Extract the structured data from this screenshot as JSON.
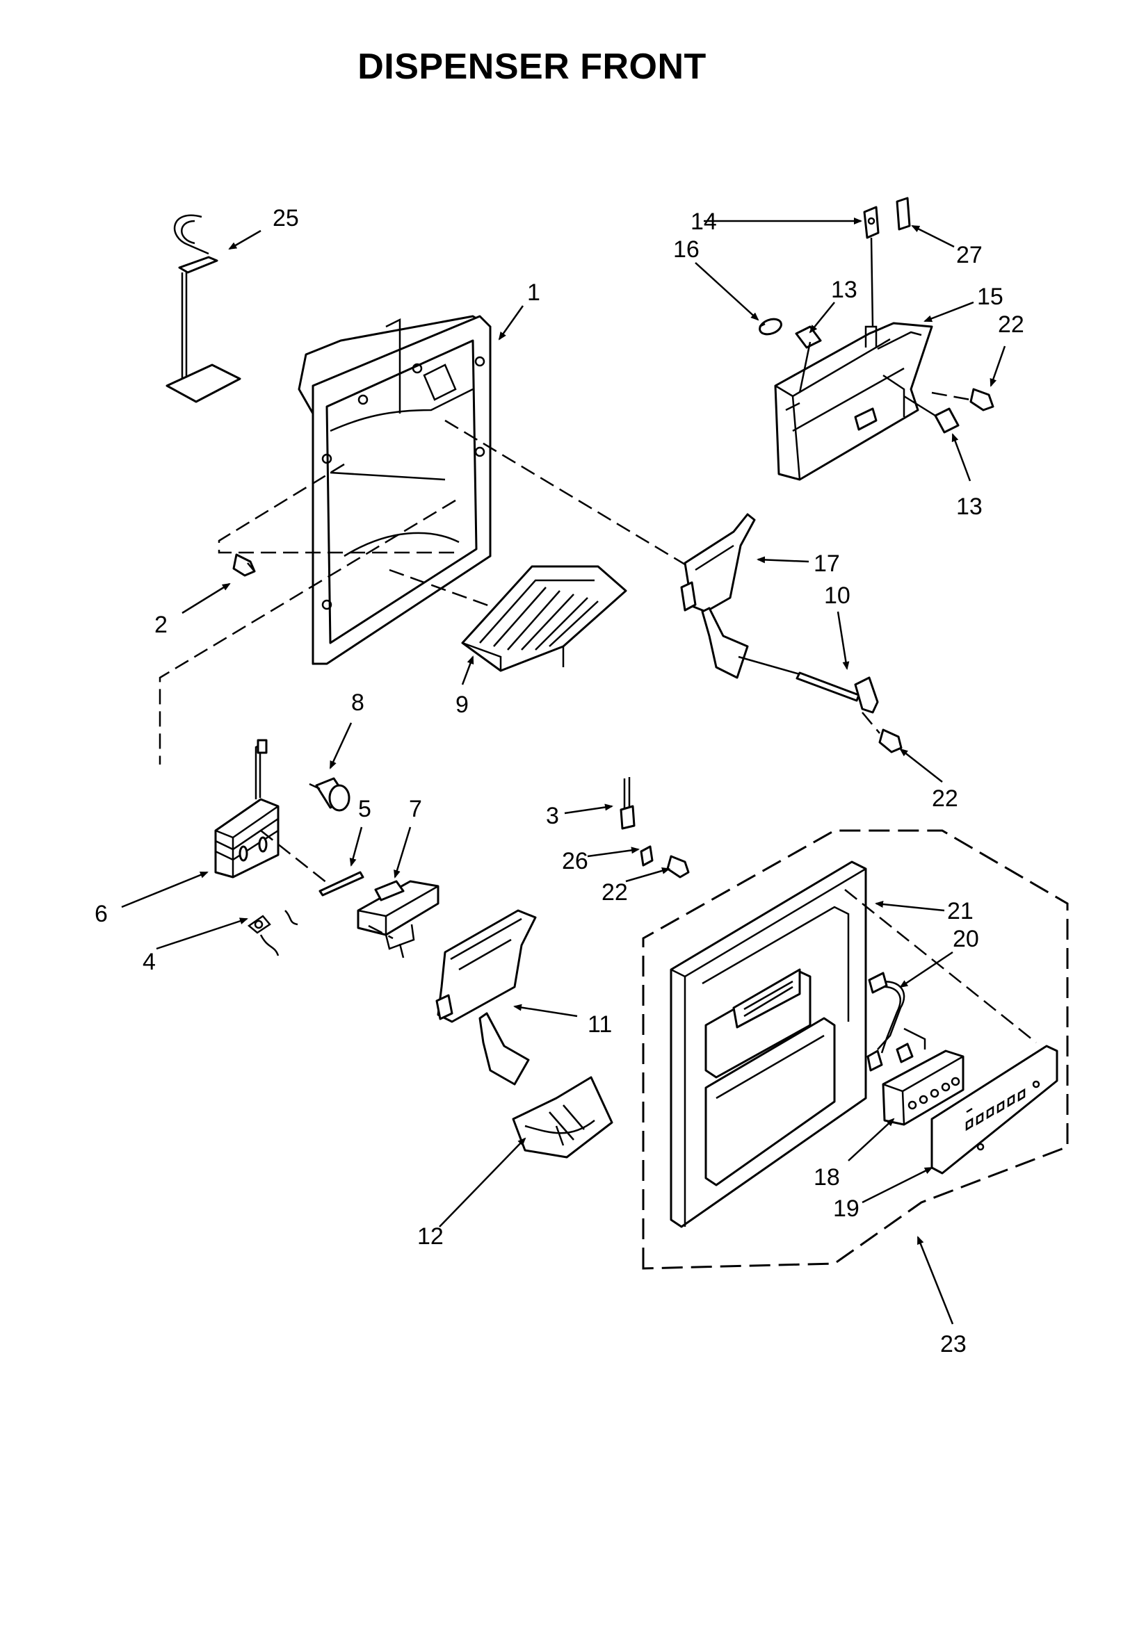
{
  "title": "DISPENSER FRONT",
  "callouts": {
    "c1": "1",
    "c2": "2",
    "c3": "3",
    "c4": "4",
    "c5": "5",
    "c6": "6",
    "c7": "7",
    "c8": "8",
    "c9": "9",
    "c10": "10",
    "c11": "11",
    "c12": "12",
    "c13a": "13",
    "c13b": "13",
    "c14": "14",
    "c15": "15",
    "c16": "16",
    "c17": "17",
    "c18": "18",
    "c19": "19",
    "c20": "20",
    "c21": "21",
    "c22a": "22",
    "c22b": "22",
    "c22c": "22",
    "c23": "23",
    "c25": "25",
    "c26": "26",
    "c27": "27"
  }
}
